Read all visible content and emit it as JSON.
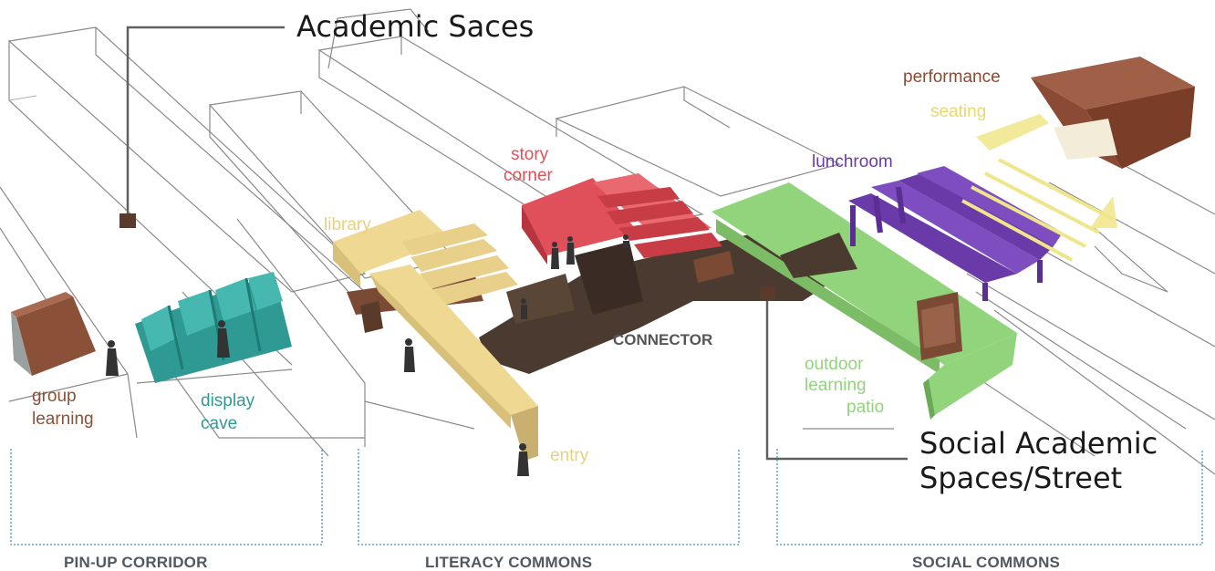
{
  "callouts": {
    "academic_spaces": "Academic Saces",
    "social_academic_line1": "Social Academic",
    "social_academic_line2": "Spaces/Street"
  },
  "labels": {
    "performance": "performance",
    "seating": "seating",
    "story_line1": "story",
    "story_line2": "corner",
    "lunchroom": "lunchroom",
    "library": "library",
    "connector": "CONNECTOR",
    "group_line1": "group",
    "group_line2": "learning",
    "display_line1": "display",
    "display_line2": "cave",
    "entry": "entry",
    "outdoor_line1": "outdoor",
    "outdoor_line2": "learning",
    "outdoor_line3": "patio"
  },
  "zones": {
    "pinup": "PIN-UP CORRIDOR",
    "literacy": "LITERACY COMMONS",
    "social": "SOCIAL COMMONS"
  },
  "colors": {
    "performance": "#8a4a34",
    "seating": "#f2ea9a",
    "story": "#e0505a",
    "lunchroom": "#6a3aa8",
    "library": "#efd892",
    "connector": "#4a3a30",
    "group": "#8a5038",
    "display": "#2f9a94",
    "outdoor": "#92d47c",
    "zone_line": "#5aa0d8"
  }
}
